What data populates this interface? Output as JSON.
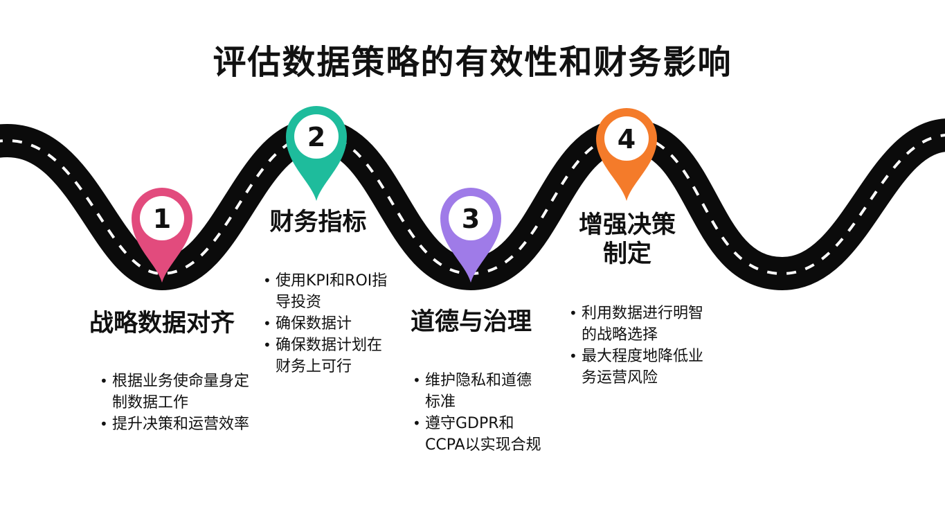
{
  "title": "评估数据策略的有效性和财务影响",
  "steps": [
    {
      "number": "1",
      "color": "#e24b7d",
      "heading": "战略数据对齐",
      "bullets": [
        "根据业务使命量身定制数据工作",
        "提升决策和运营效率"
      ]
    },
    {
      "number": "2",
      "color": "#1ebc9c",
      "heading": "财务指标",
      "bullets": [
        "使用KPI和ROI指导投资",
        "确保数据计",
        "确保数据计划在财务上可行"
      ]
    },
    {
      "number": "3",
      "color": "#9f7be8",
      "heading": "道德与治理",
      "bullets": [
        "维护隐私和道德标准",
        "遵守GDPR和CCPA以实现合规"
      ]
    },
    {
      "number": "4",
      "color": "#f47b2a",
      "heading": "增强决策制定",
      "bullets": [
        "利用数据进行明智的战略选择",
        "最大程度地降低业务运营风险"
      ]
    }
  ]
}
